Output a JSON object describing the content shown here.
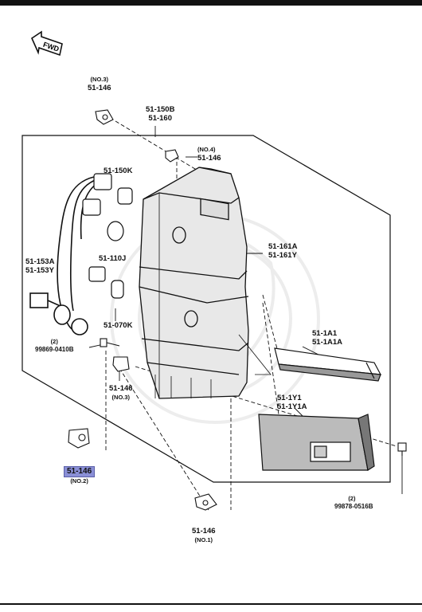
{
  "fwd_arrow": {
    "label": "FWD"
  },
  "parts": {
    "p150": {
      "codes": [
        "51-150B",
        "51-160"
      ]
    },
    "p146_no3_top": {
      "note": "(NO.3)",
      "code": "51-146"
    },
    "p146_no4": {
      "note": "(NO.4)",
      "code": "51-146"
    },
    "p150k": {
      "code": "51-150K"
    },
    "p110j": {
      "code": "51-110J"
    },
    "p153": {
      "codes": [
        "51-153A",
        "51-153Y"
      ]
    },
    "p161": {
      "codes": [
        "51-161A",
        "51-161Y"
      ]
    },
    "p070k": {
      "code": "51-070K"
    },
    "p1a1": {
      "codes": [
        "51-1A1",
        "51-1A1A"
      ]
    },
    "screw_left": {
      "qty": "(2)",
      "code": "99869-0410B"
    },
    "p146_no3_bottom": {
      "code": "51-146",
      "note": "(NO.3)"
    },
    "p1y1": {
      "codes": [
        "51-1Y1",
        "51-1Y1A"
      ]
    },
    "p146_no2": {
      "code": "51-146",
      "note": "(NO.2)"
    },
    "screw_right": {
      "qty": "(2)",
      "code": "99878-0516B"
    },
    "p146_no1": {
      "code": "51-146",
      "note": "(NO.1)"
    }
  },
  "colors": {
    "highlight": "#8a8fd6",
    "line": "#111111"
  }
}
